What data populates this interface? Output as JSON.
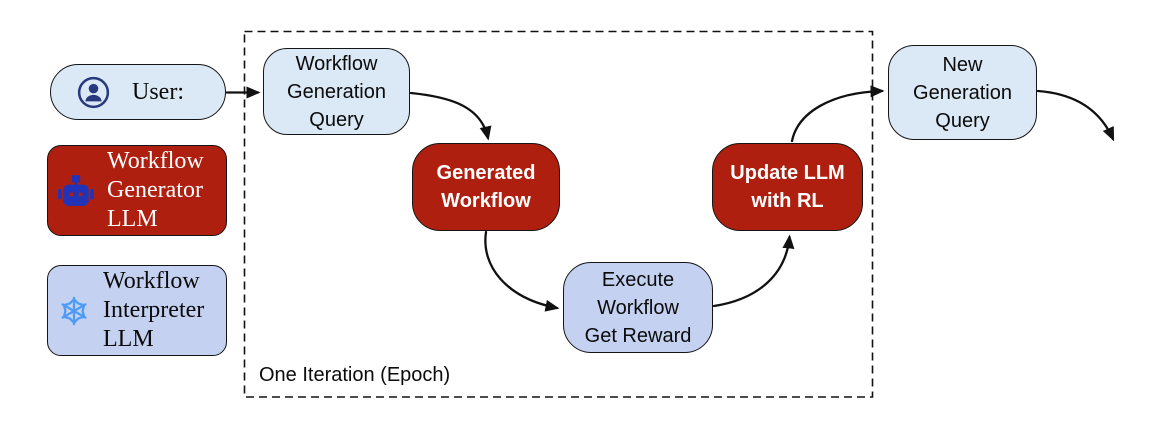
{
  "legend": {
    "user": {
      "label": "User:",
      "icon": "user-circle-icon"
    },
    "generator": {
      "label": "Workflow\nGenerator\nLLM",
      "icon": "robot-icon"
    },
    "interpreter": {
      "label": "Workflow\nInterpreter\nLLM",
      "icon": "snowflake-icon"
    }
  },
  "nodes": {
    "workflow_generation_query": {
      "label": "Workflow\nGeneration\nQuery"
    },
    "generated_workflow": {
      "label": "Generated\nWorkflow"
    },
    "execute_workflow_get_reward": {
      "label": "Execute\nWorkflow\nGet Reward"
    },
    "update_llm_with_rl": {
      "label": "Update LLM\nwith RL"
    },
    "new_generation_query": {
      "label": "New\nGeneration\nQuery"
    }
  },
  "iteration_label": "One Iteration (Epoch)",
  "colors": {
    "node_light_blue": "#dbe8f5",
    "node_lavender": "#c5d1f0",
    "node_dark_red": "#af1f10",
    "outline_black": "#151515",
    "robot_icon_blue": "#2233b8",
    "snowflake_icon_blue": "#4d9bf5",
    "user_icon_navy": "#28397e",
    "arrow_black": "#111111"
  }
}
